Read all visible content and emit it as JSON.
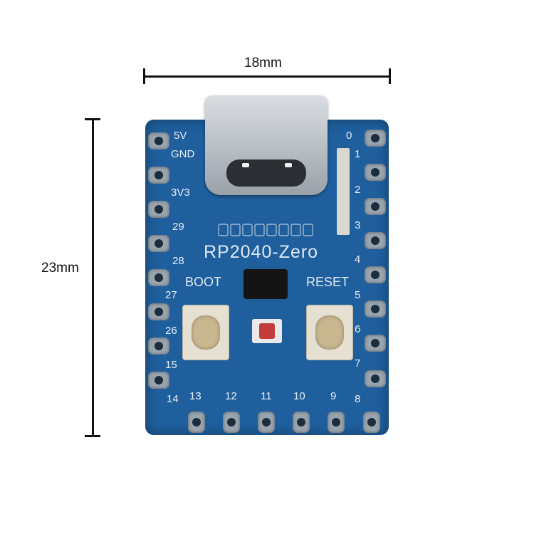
{
  "dimensions": {
    "width_label": "18mm",
    "height_label": "23mm"
  },
  "board": {
    "name": "RP2040-Zero",
    "boot_label": "BOOT",
    "reset_label": "RESET",
    "left_pins": [
      "5V",
      "GND",
      "3V3",
      "29",
      "28",
      "27",
      "26",
      "15",
      "14"
    ],
    "right_pins": [
      "0",
      "1",
      "2",
      "3",
      "4",
      "5",
      "6",
      "7",
      "8"
    ],
    "bottom_pins": [
      "13",
      "12",
      "11",
      "10",
      "9"
    ]
  }
}
